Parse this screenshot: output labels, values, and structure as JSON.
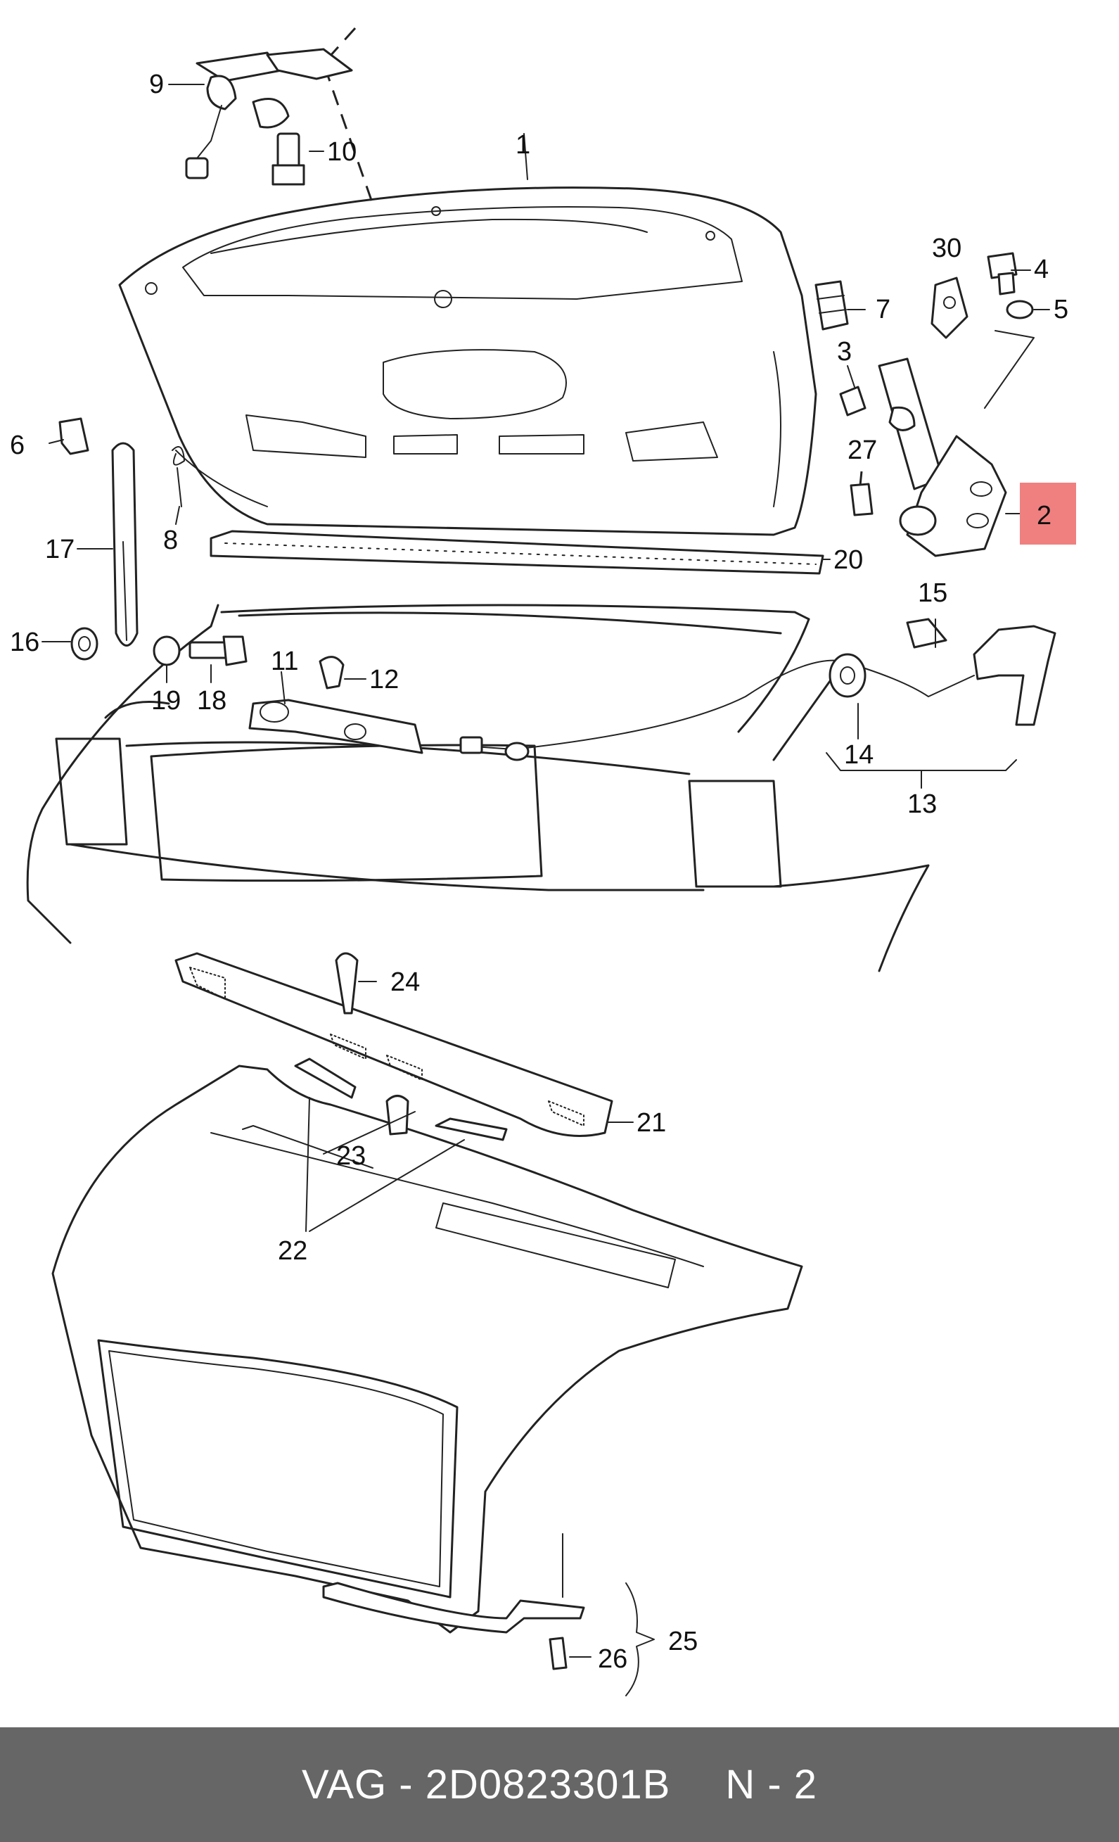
{
  "callouts": [
    "1",
    "2",
    "3",
    "4",
    "5",
    "6",
    "7",
    "8",
    "9",
    "10",
    "11",
    "12",
    "13",
    "14",
    "15",
    "16",
    "17",
    "18",
    "19",
    "20",
    "21",
    "22",
    "23",
    "24",
    "25",
    "26",
    "27",
    "30"
  ],
  "highlighted_callout": "2",
  "highlight_color": "#f08080",
  "footer": {
    "brand": "VAG",
    "separator": "-",
    "part_number": "2D0823301B",
    "position_label": "N - 2",
    "background": "#666666"
  }
}
